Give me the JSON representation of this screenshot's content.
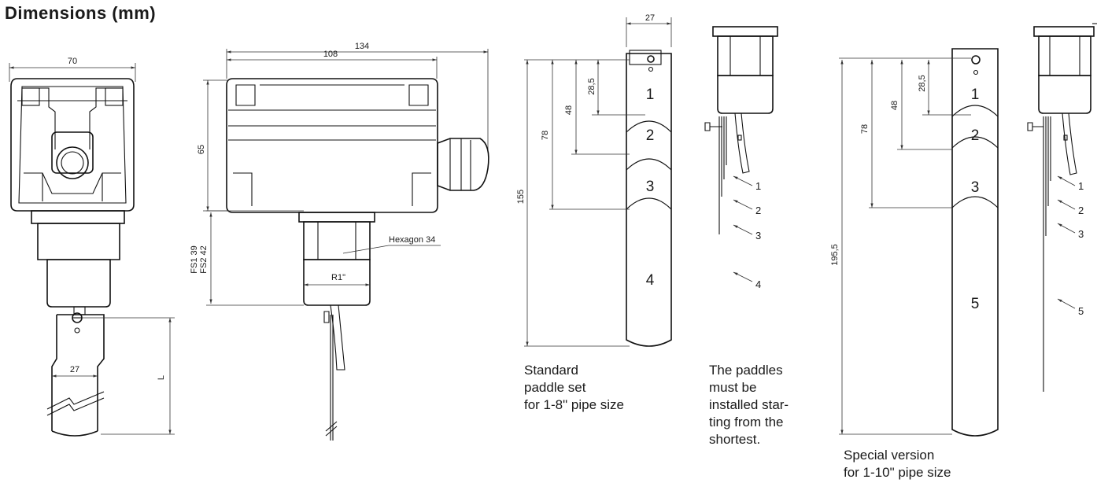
{
  "title": "Dimensions (mm)",
  "front_view": {
    "width_label": "70",
    "paddle_width_label": "27",
    "length_label": "L"
  },
  "side_view": {
    "overall_width_label": "134",
    "housing_width_label": "108",
    "height_label": "65",
    "fs_label_1": "FS1  39",
    "fs_label_2": "FS2  42",
    "hexagon_label": "Hexagon 34",
    "thread_label": "R1\""
  },
  "standard_set": {
    "width_label": "27",
    "dims": [
      "28,5",
      "48",
      "78",
      "155"
    ],
    "paddles": [
      "1",
      "2",
      "3",
      "4"
    ],
    "caption": [
      "Standard",
      "paddle set",
      "for 1-8\" pipe size"
    ]
  },
  "install_note": {
    "markers": [
      "1",
      "2",
      "3",
      "4"
    ],
    "caption": [
      "The paddles",
      "must be",
      "installed star-",
      "ting from the",
      "shortest."
    ]
  },
  "special_set": {
    "dims": [
      "28,5",
      "48",
      "78",
      "195,5"
    ],
    "paddles": [
      "1",
      "2",
      "3",
      "5"
    ],
    "markers": [
      "1",
      "2",
      "3",
      "5"
    ],
    "caption": [
      "Special version",
      "for 1-10\" pipe size"
    ]
  }
}
